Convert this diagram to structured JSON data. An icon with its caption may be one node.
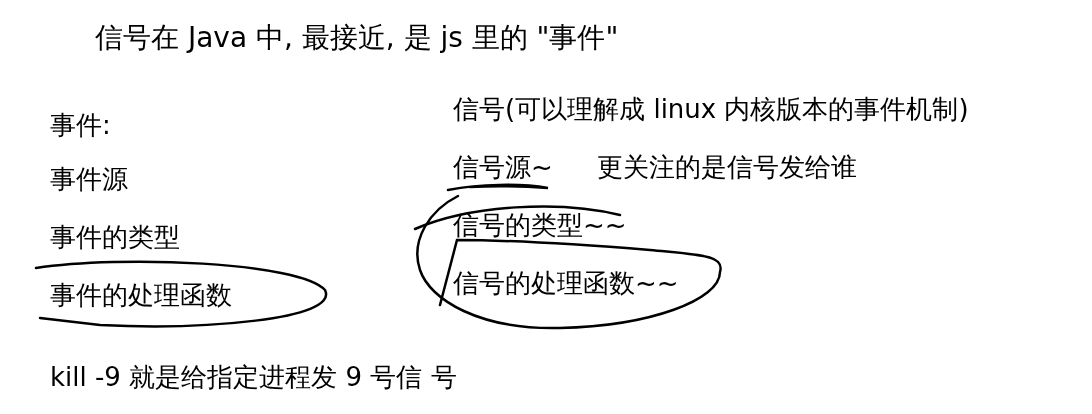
{
  "diagram": {
    "title": "信号在 Java 中, 最接近, 是 js 里的 \"事件\"",
    "labels": [
      "事件:",
      "信号(可以理解成 linux 内核版本的事件机制)",
      "事件源",
      "信号源~",
      "更关注的是信号发给谁",
      "事件的类型",
      "信号的类型~~",
      "事件的处理函数",
      "信号的处理函数~~",
      "kill -9  就是给指定进程发 9 号信 号"
    ]
  }
}
